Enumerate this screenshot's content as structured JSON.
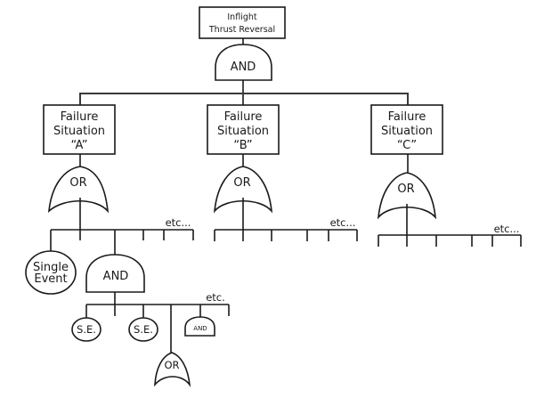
{
  "diagram": {
    "type": "fault-tree",
    "top_event": {
      "line1": "Inflight",
      "line2": "Thrust Reversal"
    },
    "top_gate": "AND",
    "failure_situations": [
      {
        "line1": "Failure",
        "line2": "Situation",
        "line3": "“A”",
        "gate": "OR",
        "etc": "etc..."
      },
      {
        "line1": "Failure",
        "line2": "Situation",
        "line3": "“B”",
        "gate": "OR",
        "etc": "etc..."
      },
      {
        "line1": "Failure",
        "line2": "Situation",
        "line3": "“C”",
        "gate": "OR",
        "etc": "etc..."
      }
    ],
    "branch_a": {
      "single_event": {
        "line1": "Single",
        "line2": "Event"
      },
      "and_gate": "AND",
      "sub_etc": "etc.",
      "sub_children": {
        "se1": "S.E.",
        "se2": "S.E.",
        "small_and": "AND",
        "or_gate": "OR"
      }
    }
  }
}
